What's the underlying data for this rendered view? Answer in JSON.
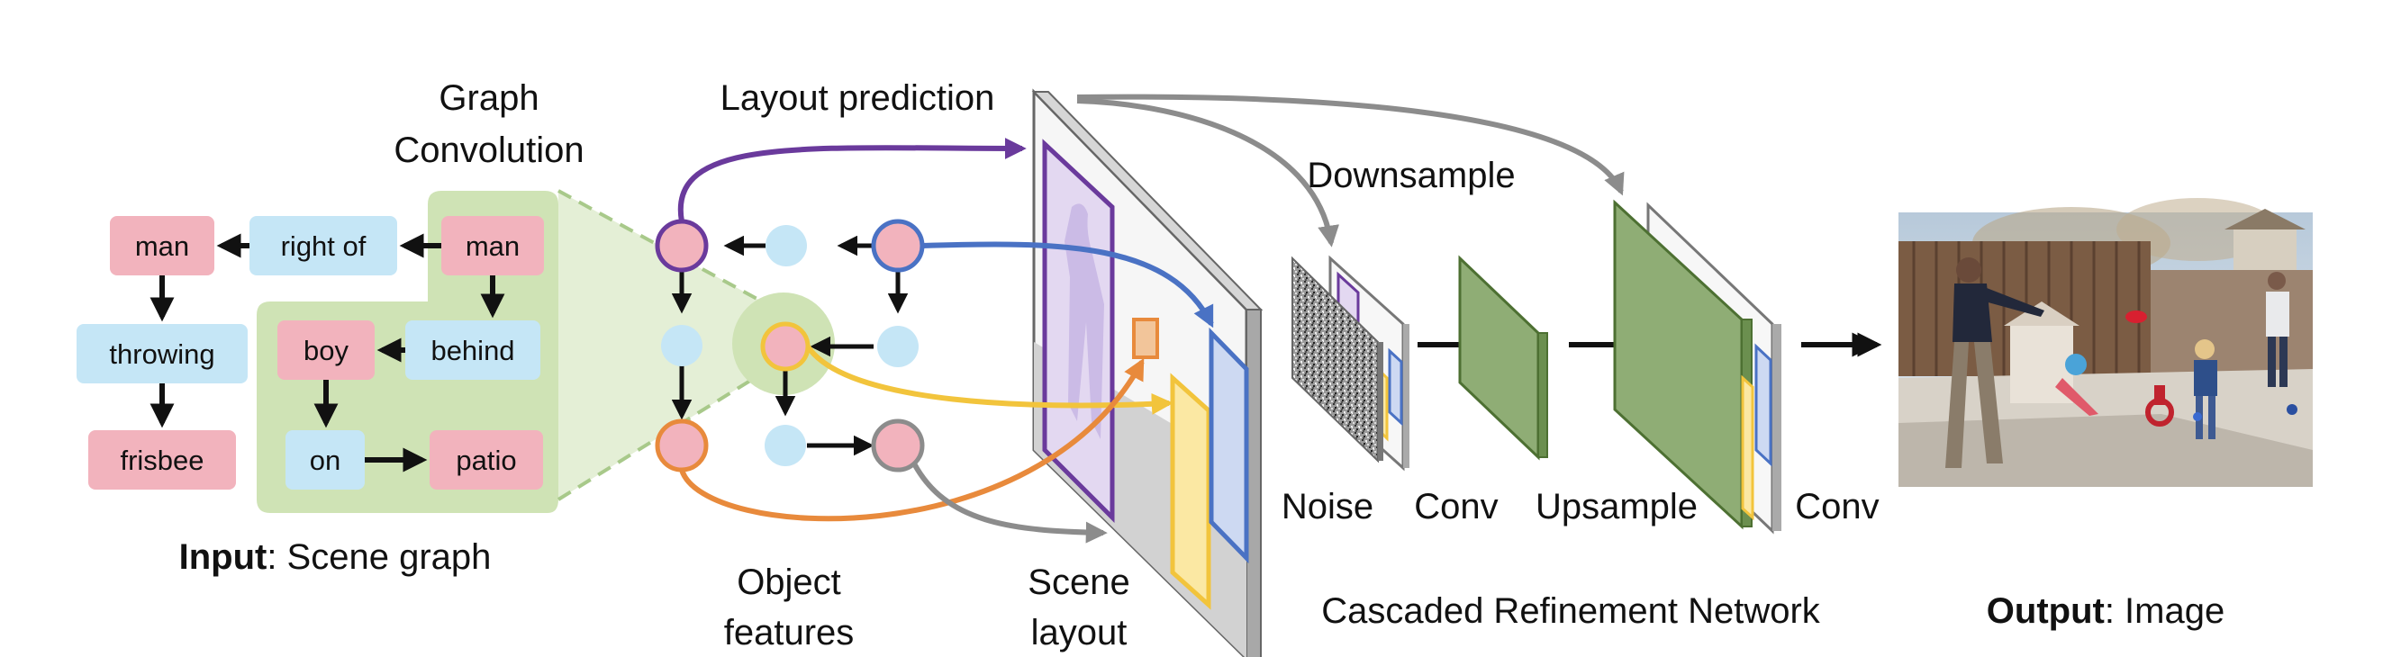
{
  "colors": {
    "object_node": "#f2b3bd",
    "relation_node": "#c5e6f6",
    "graph_conv_bg": "#cfe3b5",
    "purple": "#6a3a9c",
    "blue": "#4a72c4",
    "yellow": "#f2c43c",
    "orange": "#e88a3c",
    "gray": "#8c8c8c",
    "conv_green": "#8fad75"
  },
  "scene_graph": {
    "nodes": [
      {
        "id": "man1",
        "label": "man",
        "kind": "object"
      },
      {
        "id": "rightof",
        "label": "right of",
        "kind": "relation"
      },
      {
        "id": "man2",
        "label": "man",
        "kind": "object"
      },
      {
        "id": "throwing",
        "label": "throwing",
        "kind": "relation"
      },
      {
        "id": "frisbee",
        "label": "frisbee",
        "kind": "object"
      },
      {
        "id": "boy",
        "label": "boy",
        "kind": "object"
      },
      {
        "id": "behind",
        "label": "behind",
        "kind": "relation"
      },
      {
        "id": "on",
        "label": "on",
        "kind": "relation"
      },
      {
        "id": "patio",
        "label": "patio",
        "kind": "object"
      }
    ],
    "caption_bold": "Input",
    "caption_rest": ": Scene graph"
  },
  "labels": {
    "graph_convolution_line1": "Graph",
    "graph_convolution_line2": "Convolution",
    "layout_prediction": "Layout prediction",
    "object_features_line1": "Object",
    "object_features_line2": "features",
    "scene_layout_line1": "Scene",
    "scene_layout_line2": "layout",
    "downsample": "Downsample",
    "noise": "Noise",
    "conv1": "Conv",
    "upsample": "Upsample",
    "conv2": "Conv",
    "crn": "Cascaded Refinement Network",
    "output_bold": "Output",
    "output_rest": ": Image"
  }
}
